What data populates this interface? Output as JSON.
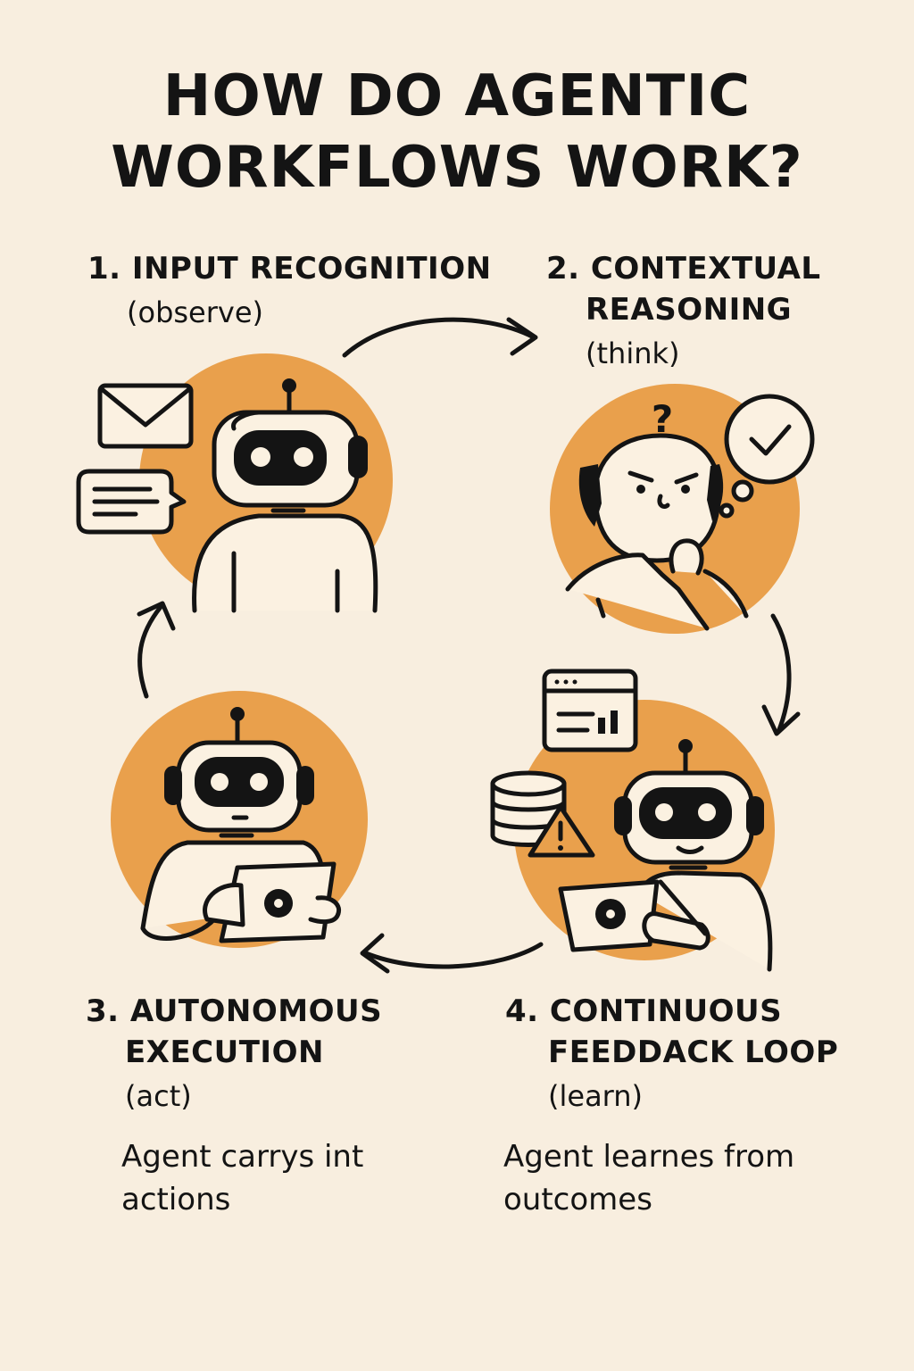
{
  "title": {
    "line1": "HOW DO AGENTIC",
    "line2": "WORKFLOWS WORK?"
  },
  "steps": [
    {
      "number": "1.",
      "title_line1": "INPUT RECOGNITION",
      "title_line2": "",
      "verb": "(observe)",
      "description_line1": "",
      "description_line2": ""
    },
    {
      "number": "2.",
      "title_line1": "CONTEXTUAL",
      "title_line2": "REASONING",
      "verb": "(think)",
      "description_line1": "",
      "description_line2": ""
    },
    {
      "number": "3.",
      "title_line1": "AUTONOMOUS",
      "title_line2": "EXECUTION",
      "verb": "(act)",
      "description_line1": "Agent carrys int",
      "description_line2": "actions"
    },
    {
      "number": "4.",
      "title_line1": "CONTINUOUS",
      "title_line2": "FEEDDACK LOOP",
      "verb": "(learn)",
      "description_line1": "Agent learnes from",
      "description_line2": "outcomes"
    }
  ],
  "colors": {
    "background": "#f8eedf",
    "accent": "#e9a04c",
    "ink": "#141414",
    "panel": "#fbf1e1"
  },
  "icons": [
    "envelope-icon",
    "chat-bubble-icon",
    "question-mark-icon",
    "checkmark-thought-icon",
    "browser-chart-icon",
    "database-icon",
    "warning-icon",
    "gear-icon"
  ]
}
